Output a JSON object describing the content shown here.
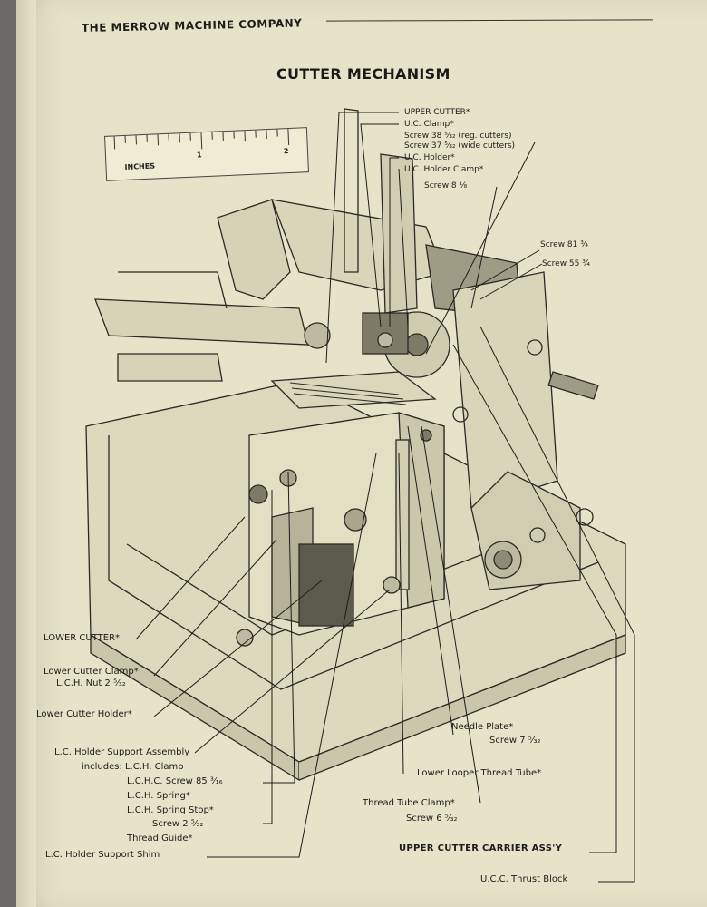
{
  "header": {
    "company": "THE MERROW MACHINE COMPANY"
  },
  "title": "CUTTER MECHANISM",
  "ruler": {
    "unit_label": "INCHES",
    "tick_1": "1",
    "tick_2": "2"
  },
  "labels_top": {
    "upper_cutter": "UPPER CUTTER*",
    "uc_clamp": "U.C. Clamp*",
    "screw38": "Screw 38 ⁵⁄₃₂ (reg. cutters)",
    "screw37": "Screw 37 ⁵⁄₃₂ (wide cutters)",
    "uc_holder": "U.C. Holder*",
    "uc_holder_clamp": "U.C. Holder Clamp*",
    "screw8": "Screw 8 ⅛",
    "screw81": "Screw 81 ¾",
    "screw55": "Screw 55 ¾"
  },
  "labels_left": {
    "lower_cutter": "LOWER CUTTER*",
    "lower_cutter_clamp": "Lower Cutter Clamp*",
    "lch_nut": "L.C.H. Nut 2 ⁵⁄₃₂",
    "lower_cutter_holder": "Lower Cutter Holder*",
    "lc_holder_support": "L.C. Holder Support Assembly",
    "includes": "includes: L.C.H. Clamp",
    "lchc_screw": "L.C.H.C. Screw 85 ³⁄₁₆",
    "lch_spring": "L.C.H. Spring*",
    "lch_spring_stop": "L.C.H. Spring Stop*",
    "screw2": "Screw 2 ⁵⁄₃₂",
    "thread_guide": "Thread Guide*",
    "lc_holder_support_shim": "L.C. Holder Support Shim"
  },
  "labels_right": {
    "needle_plate": "Needle Plate*",
    "screw7": "Screw 7 ⁵⁄₃₂",
    "lower_looper_thread_tube": "Lower Looper Thread Tube*",
    "thread_tube_clamp": "Thread Tube Clamp*",
    "screw6": "Screw 6 ⁵⁄₃₂",
    "upper_cutter_carrier": "UPPER CUTTER CARRIER ASS'Y",
    "ucc_thrust_block": "U.C.C. Thrust Block"
  }
}
